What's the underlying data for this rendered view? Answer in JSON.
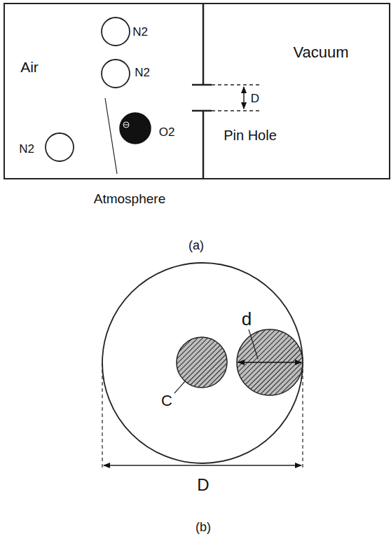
{
  "diagram": {
    "labels": [
      "Air",
      "N2",
      "N2",
      "N2",
      "O2",
      "Atmosphere",
      "D",
      "Vacuum",
      "Pin Hole",
      "(a)",
      "d",
      "C",
      "D",
      "(b)"
    ]
  }
}
